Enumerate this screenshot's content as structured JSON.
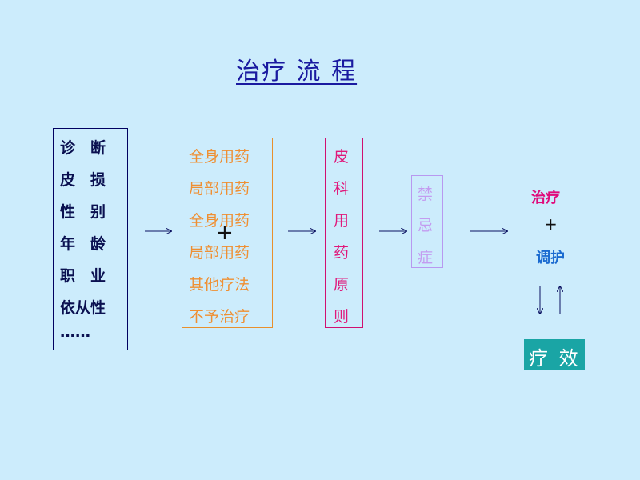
{
  "title": "治疗 流 程",
  "factors": [
    "诊　断",
    "皮　损",
    "性　别",
    "年　龄",
    "职　业",
    "依从性",
    "……"
  ],
  "methods": [
    "全身用药",
    "局部用药",
    "全身用药",
    "局部用药",
    "其他疗法",
    "不予治疗"
  ],
  "overlay_plus": "+",
  "principle": [
    "皮",
    "科",
    "用",
    "药",
    "原",
    "则"
  ],
  "contraindication": [
    "禁",
    "忌",
    "症"
  ],
  "outcome": {
    "treatment": "治疗",
    "plus": "+",
    "care": "调护",
    "effect": "疗 效"
  },
  "colors": {
    "background": "#ccecfc",
    "title": "#1a1aa0",
    "methods": "#ef8f32",
    "principle": "#e0187a",
    "contraindication": "#c39cf0",
    "treatment": "#e00a7a",
    "care": "#1a6ad0",
    "effect_bg": "#1aa5a5"
  }
}
